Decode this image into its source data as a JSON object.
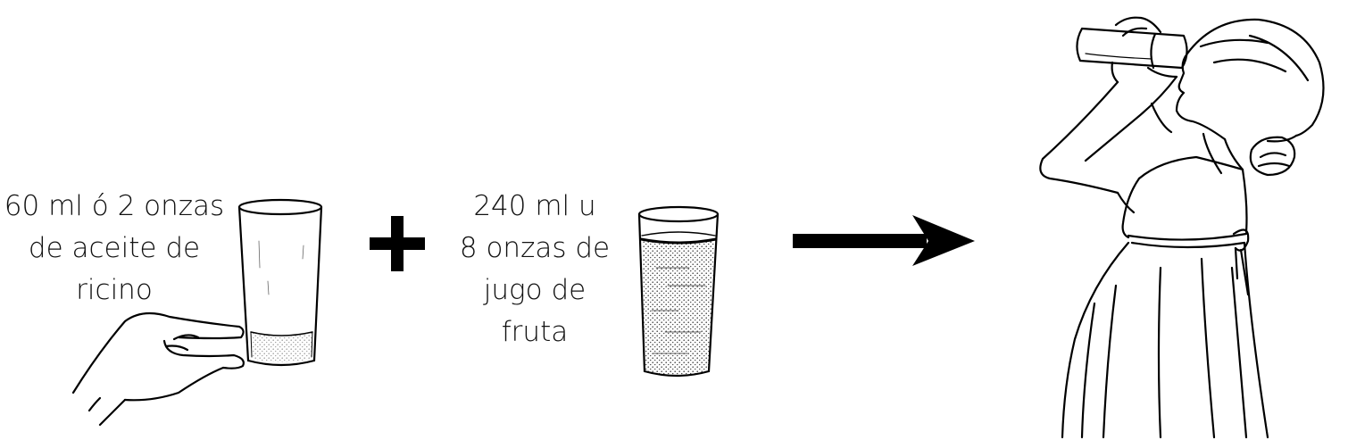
{
  "step1": {
    "lines": [
      "60 ml ó 2 onzas",
      "de aceite de",
      "ricino"
    ]
  },
  "step2": {
    "lines": [
      "240 ml u",
      "8 onzas de",
      "jugo de",
      "fruta"
    ]
  },
  "colors": {
    "ink": "#000000",
    "background": "#ffffff",
    "juice_stipple": "#6e6e6e"
  },
  "icons": {
    "plus": "plus-icon",
    "arrow": "arrow-right-icon"
  }
}
